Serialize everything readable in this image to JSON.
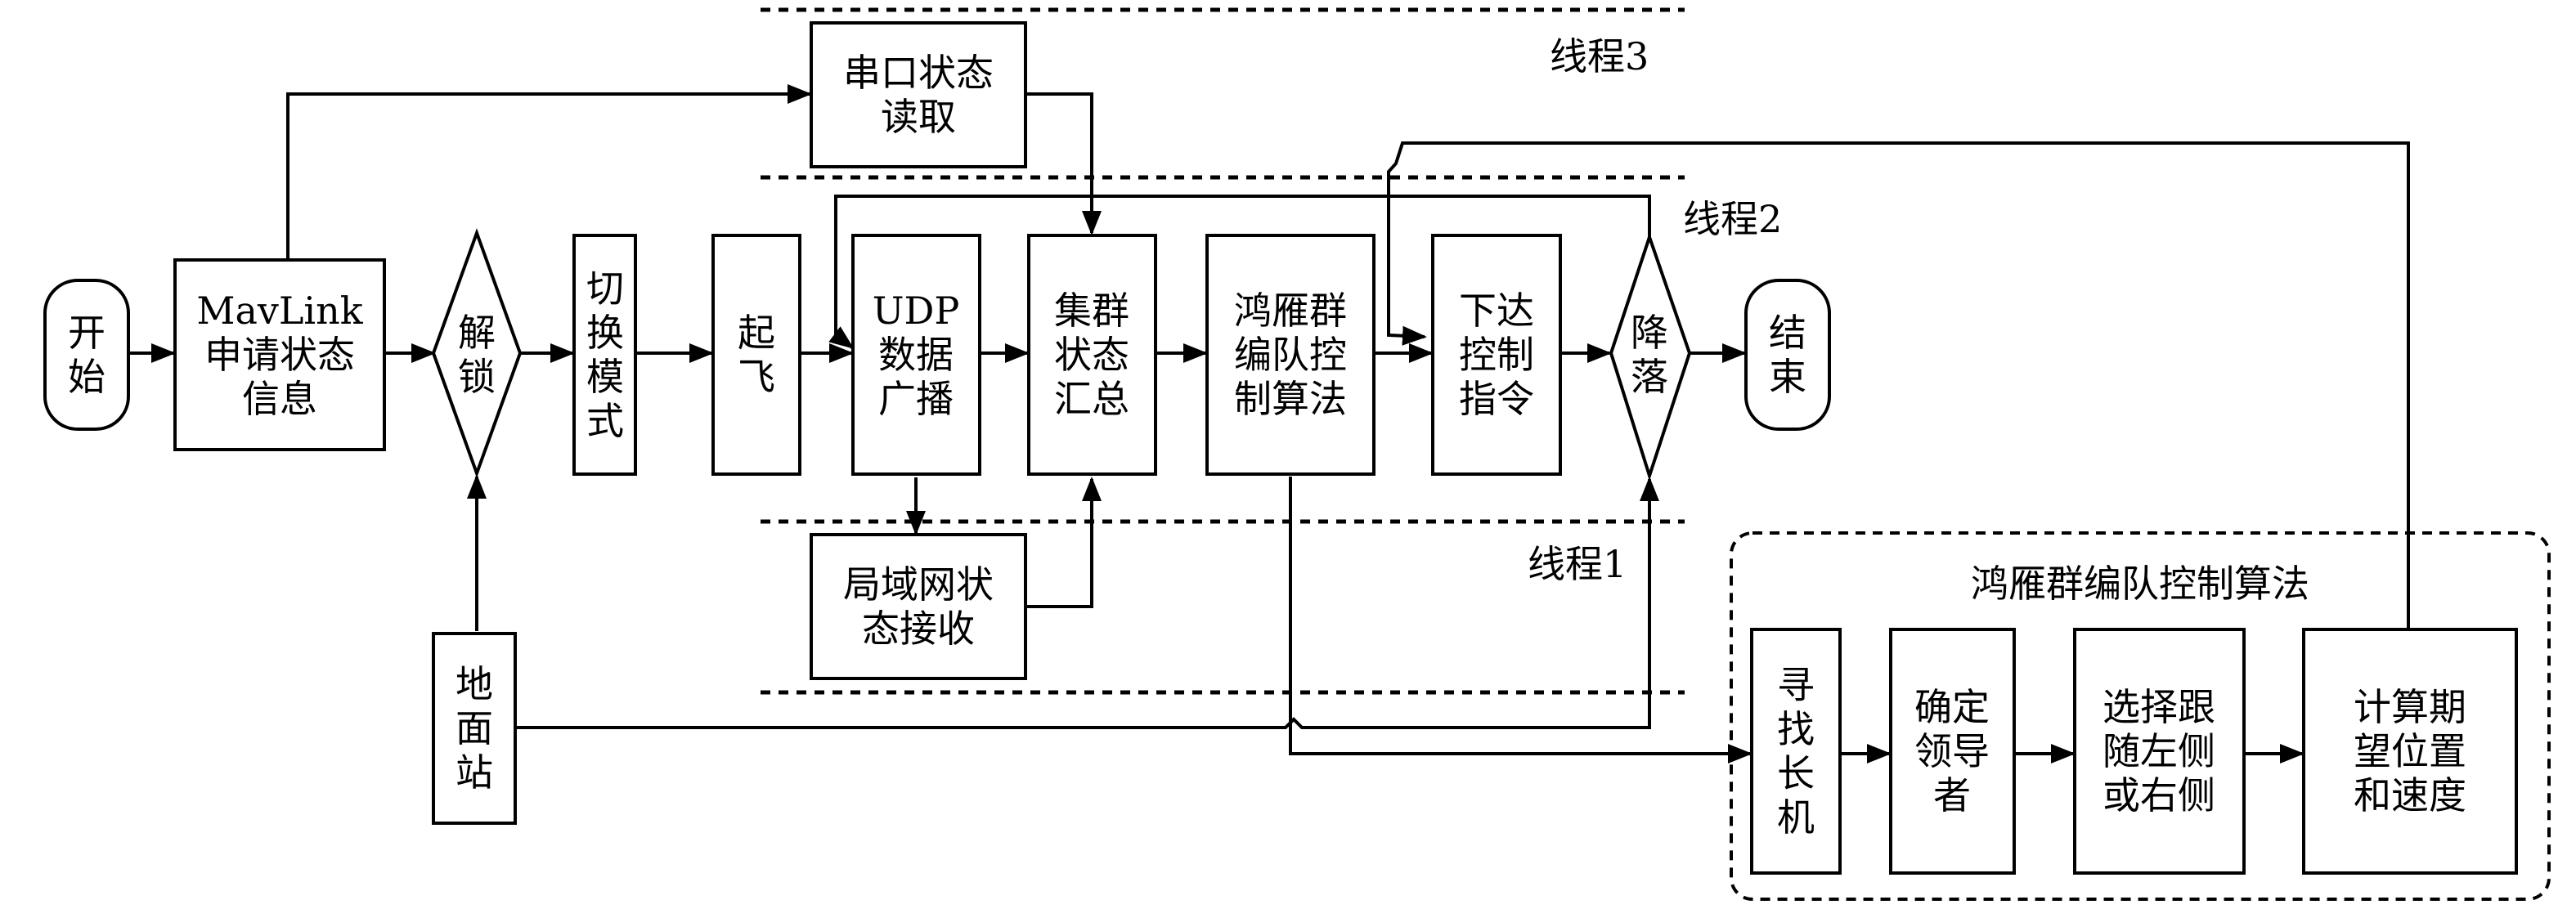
{
  "nodes": {
    "start": "开\n始",
    "mavlink": "MavLink\n申请状态\n信息",
    "unlock": "解\n锁",
    "switch_mode": "切\n换\n模\n式",
    "takeoff": "起\n飞",
    "udp": "UDP\n数据\n广播",
    "cluster": "集群\n状态\n汇总",
    "goose_algo": "鸿雁群\n编队控\n制算法",
    "command": "下达\n控制\n指令",
    "land": "降\n落",
    "end": "结\n束",
    "serial": "串口状态\n读取",
    "lan": "局域网状\n态接收",
    "ground": "地\n面\n站",
    "find_leader": "寻\n找\n长\n机",
    "confirm_leader": "确定\n领导\n者",
    "select_side": "选择跟\n随左侧\n或右侧",
    "calc": "计算期\n望位置\n和速度"
  },
  "threads": {
    "t3": "线程3",
    "t2": "线程2",
    "t1": "线程1"
  },
  "group_title": "鸿雁群编队控制算法"
}
